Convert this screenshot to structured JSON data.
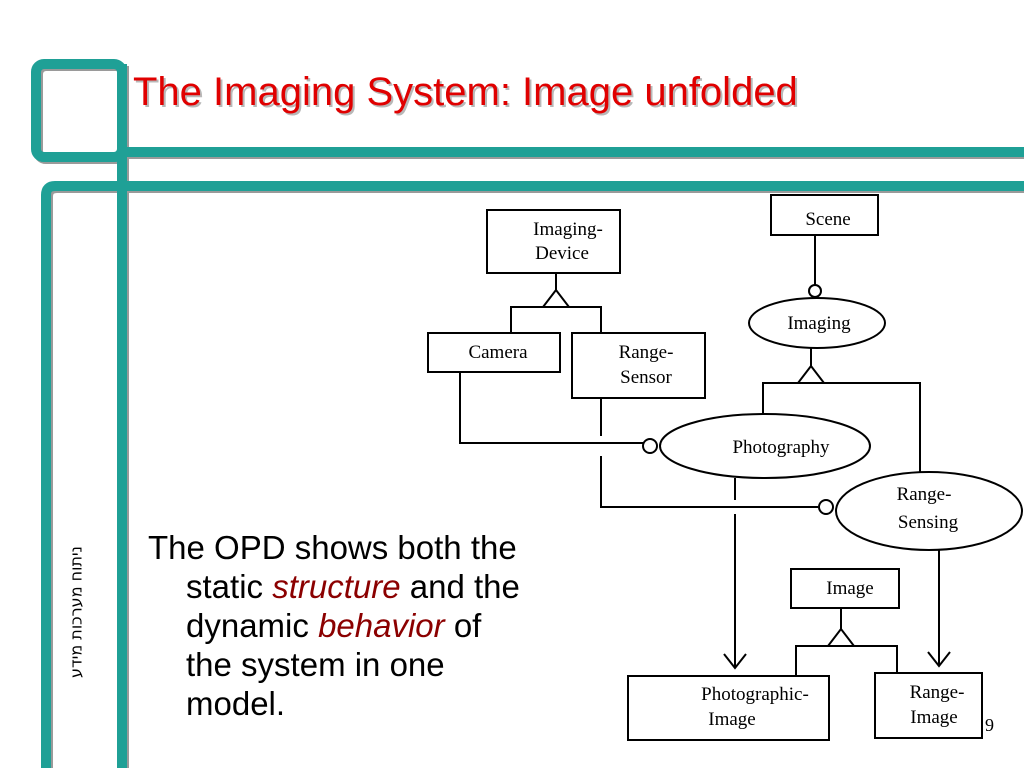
{
  "slide": {
    "title": "The Imaging System: Image unfolded",
    "side_text": "ניתוח מערכות מידע",
    "page_number": "9",
    "body": {
      "line1": "The OPD shows both the",
      "line2_a": "static ",
      "line2_em": "structure",
      "line2_b": " and the",
      "line3_a": "dynamic ",
      "line3_em": "behavior",
      "line3_b": " of",
      "line4": "the system in one",
      "line5": "model."
    }
  },
  "diagram": {
    "objects": {
      "imaging_device": [
        "Imaging-",
        "Device"
      ],
      "scene": [
        "Scene"
      ],
      "camera": [
        "Camera"
      ],
      "range_sensor": [
        "Range-",
        "Sensor"
      ],
      "image": [
        "Image"
      ],
      "photographic_image": [
        "Photographic-",
        "Image"
      ],
      "range_image": [
        "Range-",
        "Image"
      ]
    },
    "processes": {
      "imaging": [
        "Imaging"
      ],
      "photography": [
        "Photography"
      ],
      "range_sensing": [
        "Range-",
        "Sensing"
      ]
    }
  },
  "colors": {
    "frame": "#1fa096",
    "frame_shadow": "#9a9a9a",
    "title": "#e00000",
    "emphasis": "#8b0000"
  }
}
